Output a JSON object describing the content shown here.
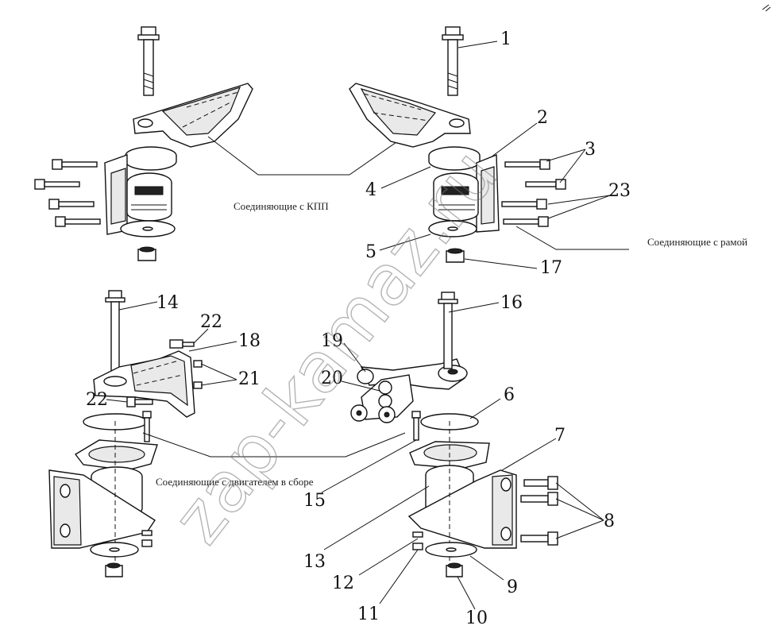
{
  "captions": {
    "kpp": "Соединяющие с КПП",
    "frame": "Соединяющие с рамой",
    "engine": "Соединяющие с двигателем в сборе"
  },
  "watermark": "zap-kamaz.ru",
  "part_numbers": {
    "p1": "1",
    "p2": "2",
    "p3": "3",
    "p4": "4",
    "p5": "5",
    "p6": "6",
    "p7": "7",
    "p8": "8",
    "p9": "9",
    "p10": "10",
    "p11": "11",
    "p12": "12",
    "p13": "13",
    "p14": "14",
    "p15": "15",
    "p16": "16",
    "p17": "17",
    "p18": "18",
    "p19": "19",
    "p20": "20",
    "p21": "21",
    "p22a": "22",
    "p22b": "22",
    "p23": "23"
  }
}
